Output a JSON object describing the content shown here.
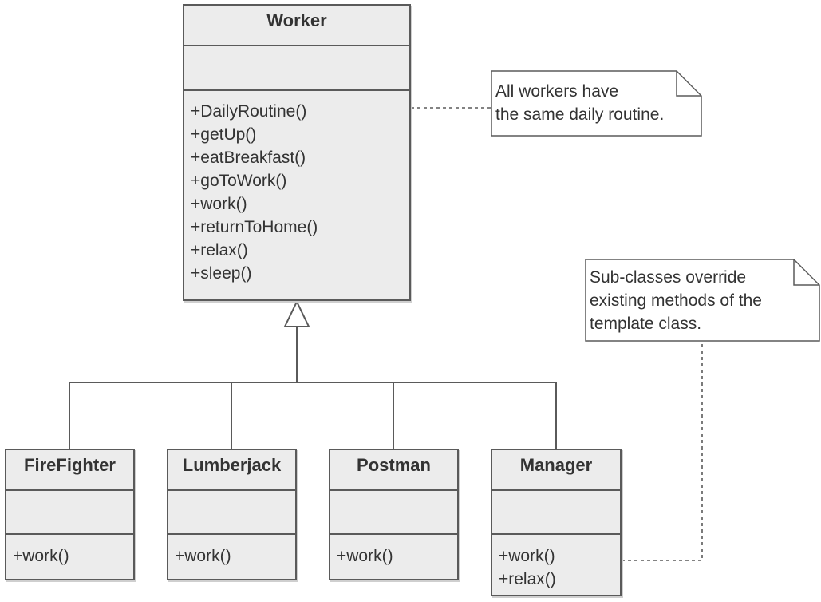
{
  "diagram": {
    "base_class": {
      "name": "Worker",
      "methods": [
        "+DailyRoutine()",
        "+getUp()",
        "+eatBreakfast()",
        "+goToWork()",
        "+work()",
        "+returnToHome()",
        "+relax()",
        "+sleep()"
      ]
    },
    "subclasses": [
      {
        "name": "FireFighter",
        "methods": [
          "+work()"
        ]
      },
      {
        "name": "Lumberjack",
        "methods": [
          "+work()"
        ]
      },
      {
        "name": "Postman",
        "methods": [
          "+work()"
        ]
      },
      {
        "name": "Manager",
        "methods": [
          "+work()",
          "+relax()"
        ]
      }
    ],
    "notes": [
      {
        "lines": [
          "All workers have",
          "the same daily routine."
        ]
      },
      {
        "lines": [
          "Sub-classes override",
          "existing methods of the",
          "template class."
        ]
      }
    ],
    "colors": {
      "class_fill": "#ececec",
      "class_border": "#5a5a5a",
      "note_fill": "#ffffff",
      "connector": "#5a5a5a",
      "text": "#333333"
    }
  }
}
